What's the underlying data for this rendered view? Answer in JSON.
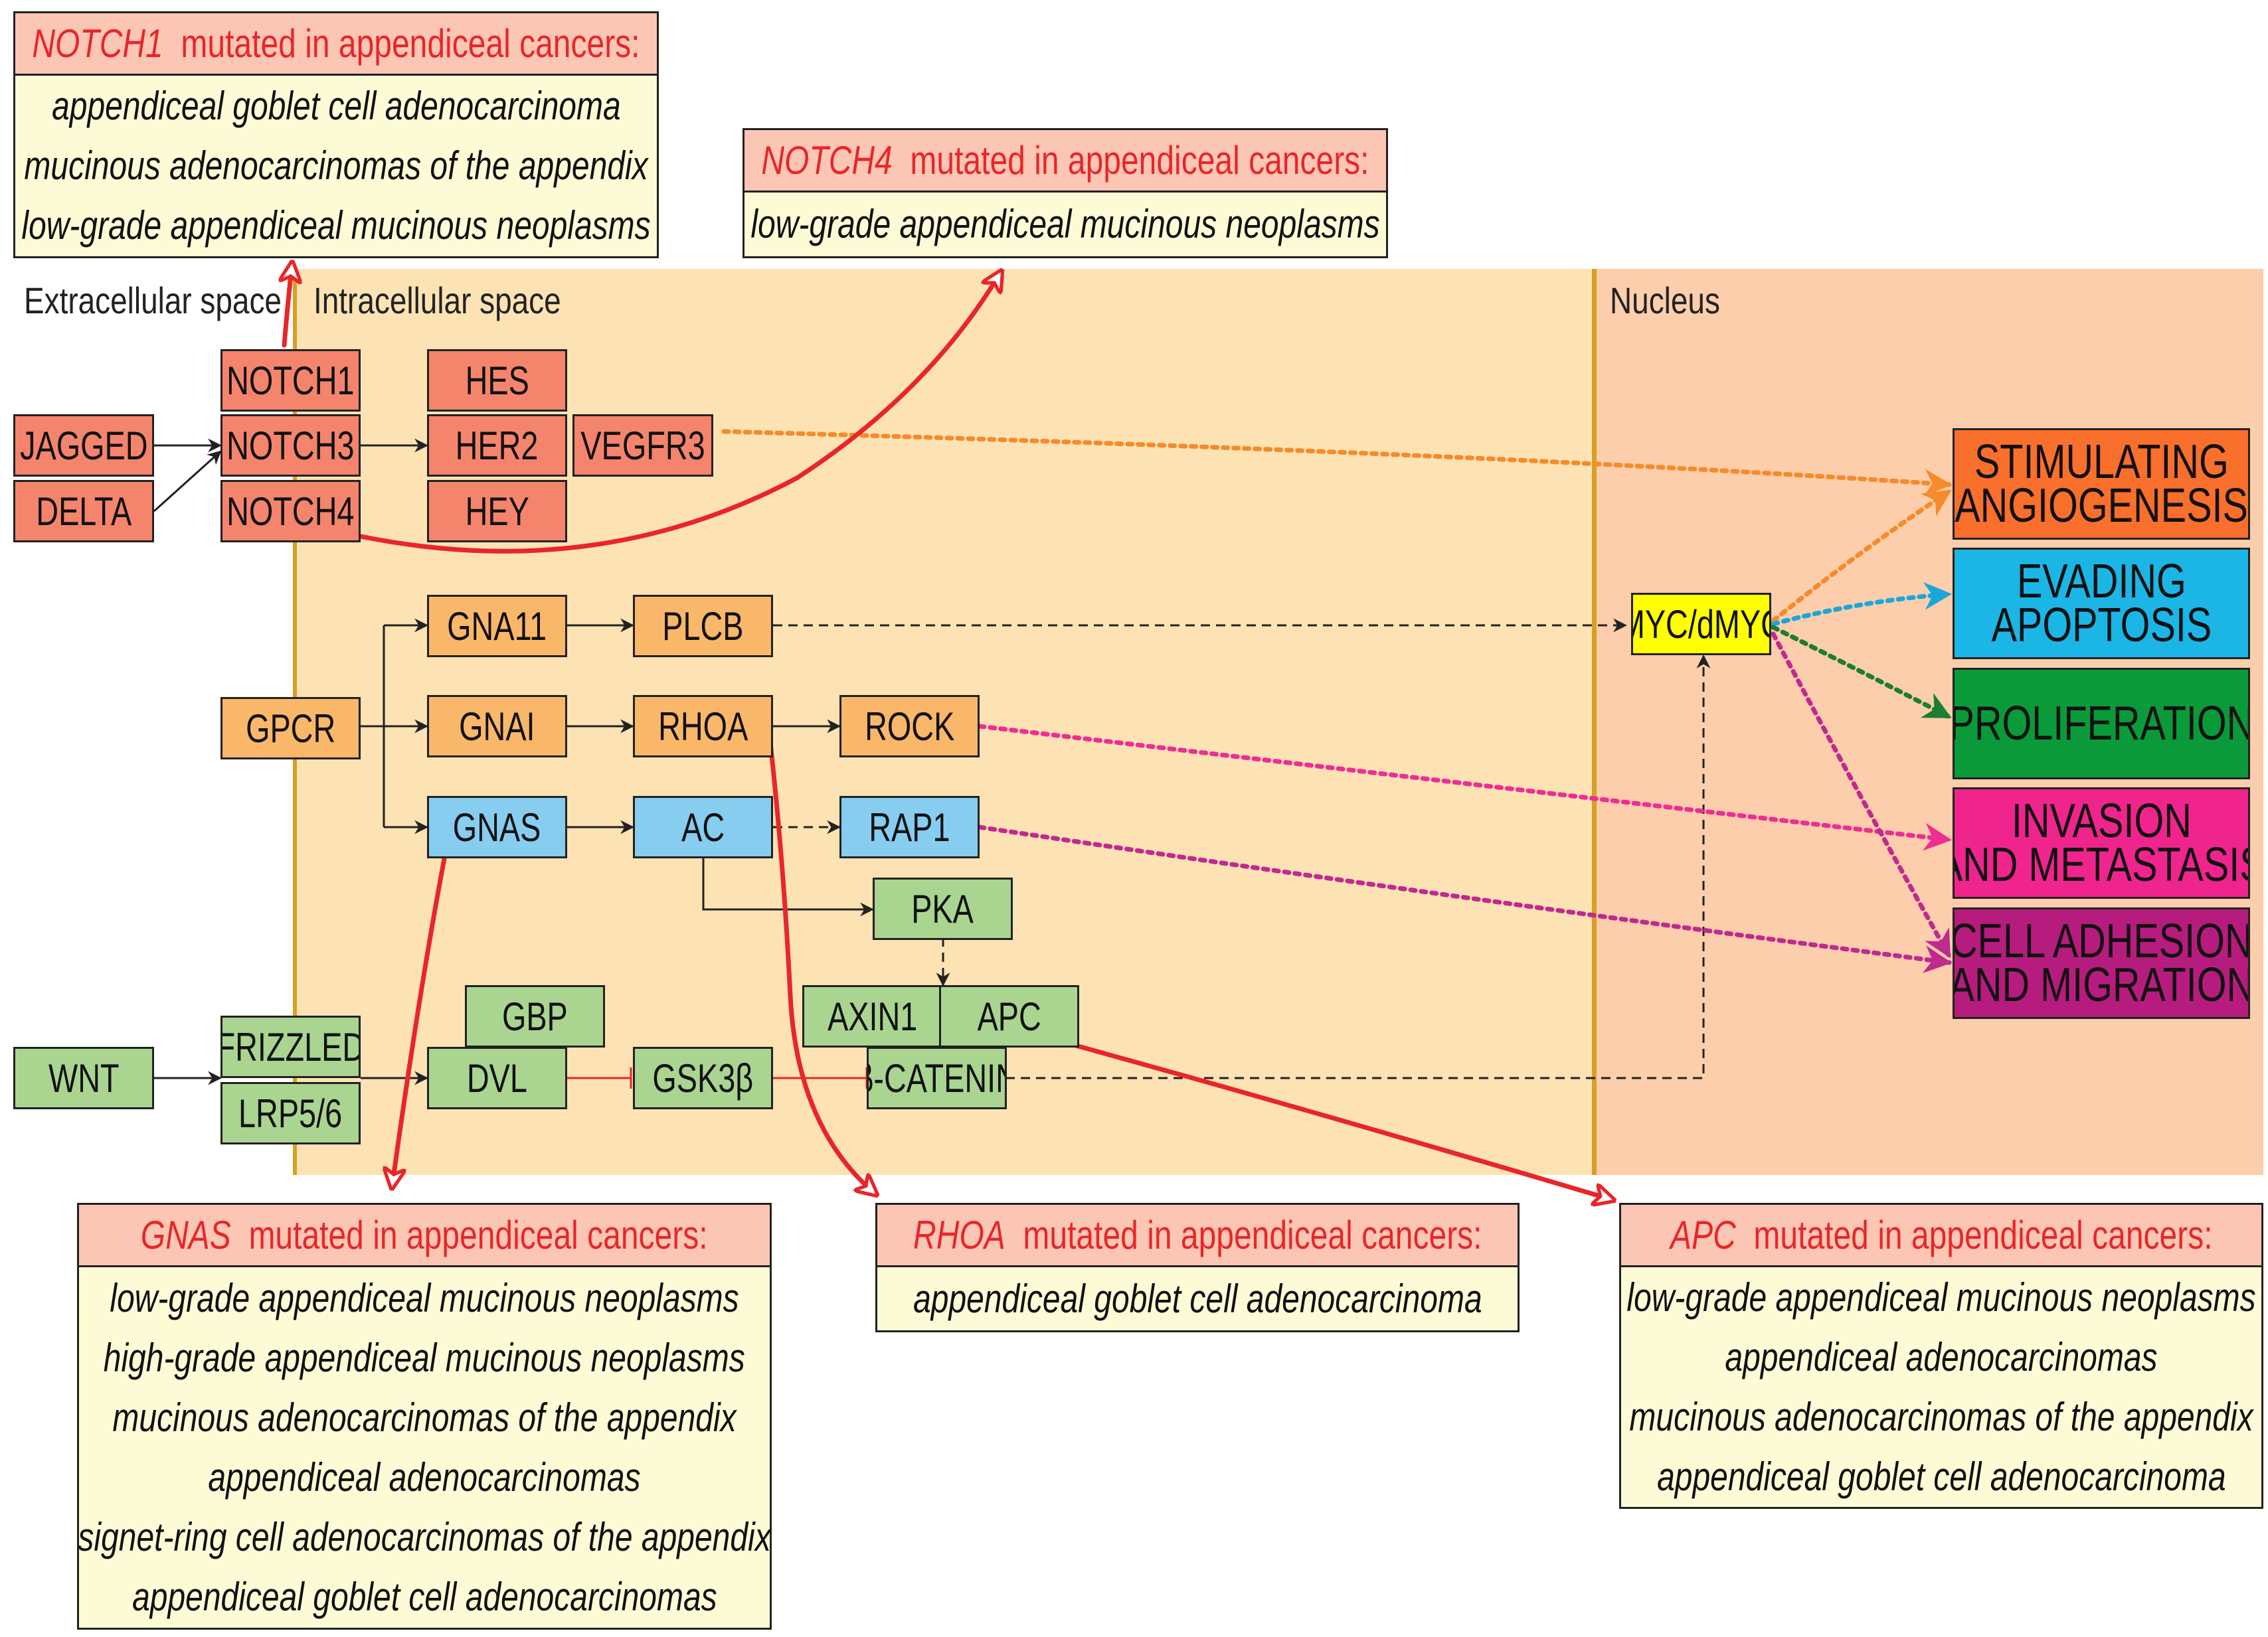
{
  "regions": {
    "extracellular": "Extracellular space",
    "intracellular": "Intracellular space",
    "nucleus": "Nucleus"
  },
  "nodes": {
    "jagged": "JAGGED",
    "delta": "DELTA",
    "notch1": "NOTCH1",
    "notch3": "NOTCH3",
    "notch4": "NOTCH4",
    "hes": "HES",
    "her2": "HER2",
    "hey": "HEY",
    "vegfr3": "VEGFR3",
    "gpcr": "GPCR",
    "gna11": "GNA11",
    "plcb": "PLCB",
    "gnai": "GNAI",
    "rhoa": "RHOA",
    "rock": "ROCK",
    "gnas": "GNAS",
    "ac": "AC",
    "rap1": "RAP1",
    "pka": "PKA",
    "wnt": "WNT",
    "frizzled": "FRIZZLED",
    "lrp56": "LRP5/6",
    "gbp": "GBP",
    "dvl": "DVL",
    "gsk3b": "GSK3β",
    "axin1": "AXIN1",
    "apc": "APC",
    "bcatenin": "β-CATENIN",
    "myc": "MYC/dMYC"
  },
  "outcomes": {
    "angiogenesis": [
      "STIMULATING",
      "ANGIOGENESIS"
    ],
    "apoptosis": [
      "EVADING",
      "APOPTOSIS"
    ],
    "proliferation": [
      "PROLIFERATION"
    ],
    "invasion": [
      "INVASION",
      "AND METASTASIS"
    ],
    "adhesion": [
      "CELL ADHESION",
      "AND MIGRATION"
    ]
  },
  "colors": {
    "notch": "#f4846c",
    "gpcr": "#f9b76a",
    "camp": "#86cdf0",
    "wnt": "#a9d591",
    "myc": "#ffff00",
    "angiogenesis": "#f96f2c",
    "apoptosis": "#1bb6e6",
    "proliferation": "#0a9a3a",
    "invasion": "#f0248d",
    "adhesion": "#b61c7d",
    "mutation_arrow": "#e8262a"
  },
  "callouts": {
    "notch1": {
      "gene": "NOTCH1",
      "suffix": "mutated in appendiceal cancers:",
      "lines": [
        "appendiceal goblet cell adenocarcinoma",
        "mucinous adenocarcinomas of the appendix",
        "low-grade appendiceal mucinous neoplasms"
      ]
    },
    "notch4": {
      "gene": "NOTCH4",
      "suffix": "mutated in appendiceal cancers:",
      "lines": [
        "low-grade appendiceal mucinous neoplasms"
      ]
    },
    "gnas": {
      "gene": "GNAS",
      "suffix": "mutated in appendiceal cancers:",
      "lines": [
        "low-grade appendiceal mucinous neoplasms",
        "high-grade appendiceal mucinous neoplasms",
        "mucinous adenocarcinomas of the appendix",
        "appendiceal adenocarcinomas",
        "signet-ring cell adenocarcinomas of the appendix",
        "appendiceal goblet cell adenocarcinomas"
      ]
    },
    "rhoa": {
      "gene": "RHOA",
      "suffix": "mutated in appendiceal cancers:",
      "lines": [
        "appendiceal goblet cell adenocarcinoma"
      ]
    },
    "apc": {
      "gene": "APC",
      "suffix": "mutated in appendiceal cancers:",
      "lines": [
        "low-grade appendiceal mucinous neoplasms",
        "appendiceal adenocarcinomas",
        "mucinous adenocarcinomas of the appendix",
        "appendiceal goblet cell adenocarcinoma"
      ]
    }
  }
}
